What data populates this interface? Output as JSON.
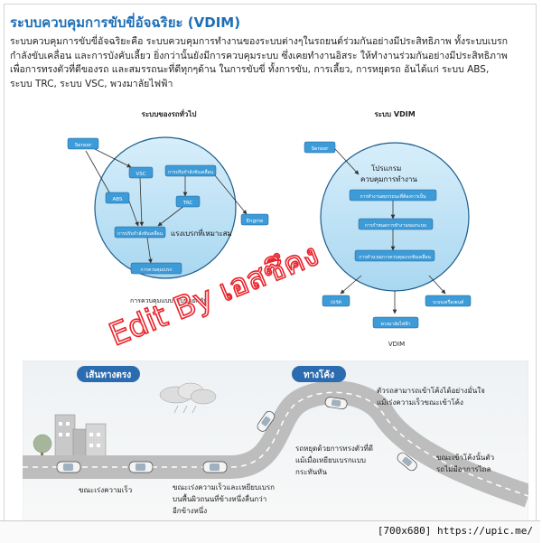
{
  "title": "ระบบควบคุมการขับขี่อัจฉริยะ (VDIM)",
  "paragraph_lines": [
    "ระบบควบคุมการขับขี่อัจฉริยะคือ ระบบควบคุมการทำงานของระบบต่างๆในรถยนต์ร่วมกันอย่างมีประสิทธิภาพ ทั้งระบบเบรก",
    "กำลังขับเคลื่อน และการบังคับเลี้ยว ยิ่งกว่านั้นยังมีการควบคุมระบบ ซึ่งเคยทำงานอิสระ ให้ทำงานร่วมกันอย่างมีประสิทธิภาพ",
    "เพื่อการทรงตัวที่ดีของรถ และสมรรถนะที่ดีทุกๆด้าน ในการขับขี่ ทั้งการขับ, การเลี้ยว, การหยุดรถ อันได้แก่ ระบบ ABS,",
    "ระบบ TRC, ระบบ VSC, พวงมาลัยไฟฟ้า"
  ],
  "left_diagram": {
    "heading": "ระบบของรถทั่วไป",
    "sensor": "Sensor",
    "vsc": "VSC",
    "steering_control": "การปรับกำลังขับเคลื่อน",
    "abs": "ABS",
    "trc": "TRC",
    "engine": "Engine",
    "power_control": "การปรับกำลังขับเคลื่อน",
    "brake_force_label": "แรงเบรกที่เหมาะสม",
    "brake_control": "การควบคุมเบรก",
    "caption": "การควบคุมแบบระบบแยกกัน"
  },
  "right_diagram": {
    "heading": "ระบบ VDIM",
    "sensor": "Sensor",
    "program_label": "โปรแกรม\nควบคุมการทำงาน",
    "bar1": "การทำงานสมรรถนะที่ต้องการเป็น",
    "bar2": "การกำหนดการทำงานของระบบ",
    "bar3": "การคำนวณการควบคุมแรงขับเคลื่อน",
    "out_brake": "เบรค",
    "out_engine": "ระบบเครื่องยนต์",
    "out_steering": "พวงมาลัยไฟฟ้า",
    "caption": "VDIM"
  },
  "watermark": {
    "line": "Edit By เอสซึคง",
    "color": "#e8232b"
  },
  "road_scene": {
    "label_straight": "เส้นทางตรง",
    "label_curve": "ทางโค้ง",
    "text_accel": "ขณะเร่งความเร็ว",
    "text_slippery": [
      "ขณะเร่งความเร็วและเหยียบเบรก",
      "บนพื้นผิวถนนที่ข้างหนึ่งลื่นกว่า",
      "อีกข้างหนึ่ง"
    ],
    "text_stop": [
      "รถหยุดด้วยการทรงตัวที่ดี",
      "แม้เมื่อเหยียบเบรกแบบ",
      "กระทันหัน"
    ],
    "text_enter_curve": [
      "ตัวรถสามารถเข้าโค้งได้อย่างมั่นใจ",
      "แม้เร่งความเร็วขณะเข้าโค้ง"
    ],
    "text_exit_curve": [
      "ขณะเข้าโค้งนั้นตัว",
      "รถไม่มีอาการไถล"
    ]
  },
  "footer": {
    "text": "[700x680] https://upic.me/"
  },
  "colors": {
    "title_blue": "#1e6fb6",
    "box_blue": "#3d9bd8",
    "circle_fill": "#bfe3f6",
    "circle_stroke": "#1a5c8c",
    "road": "#bdbdbd",
    "label_pill": "#2b6cb0"
  }
}
